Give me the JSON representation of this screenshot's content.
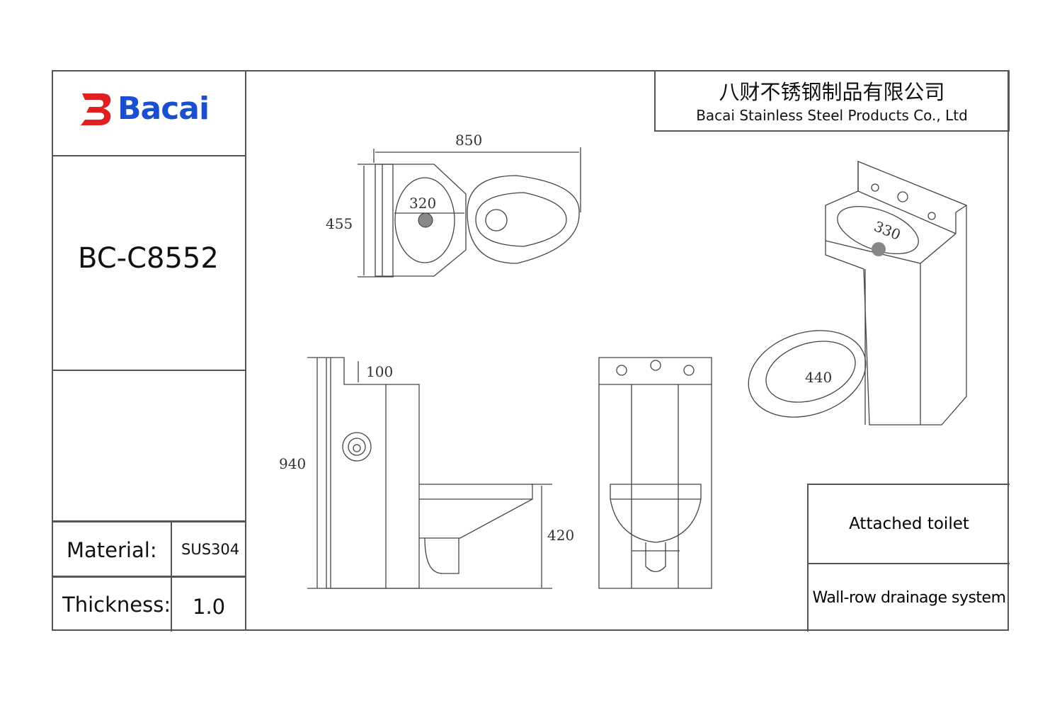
{
  "logo": {
    "text": "Bacai",
    "icon": "bacai-b-logo"
  },
  "company": {
    "name_cn": "八财不锈钢制品有限公司",
    "name_en": "Bacai Stainless Steel Products Co., Ltd"
  },
  "model": "BC-C8552",
  "specs": {
    "material_label": "Material:",
    "material_value": "SUS304",
    "thickness_label": "Thickness:",
    "thickness_value": "1.0"
  },
  "features": [
    "Attached toilet",
    "Wall-row drainage system"
  ],
  "dimensions": {
    "top_width": "850",
    "top_depth": "455",
    "basin": "320",
    "height": "940",
    "backsplash": "100",
    "seat_height": "420",
    "iso_basin": "330",
    "iso_seat": "440"
  },
  "colors": {
    "logo_red": "#e02020",
    "logo_blue": "#1a4fd0",
    "border": "#555555"
  }
}
